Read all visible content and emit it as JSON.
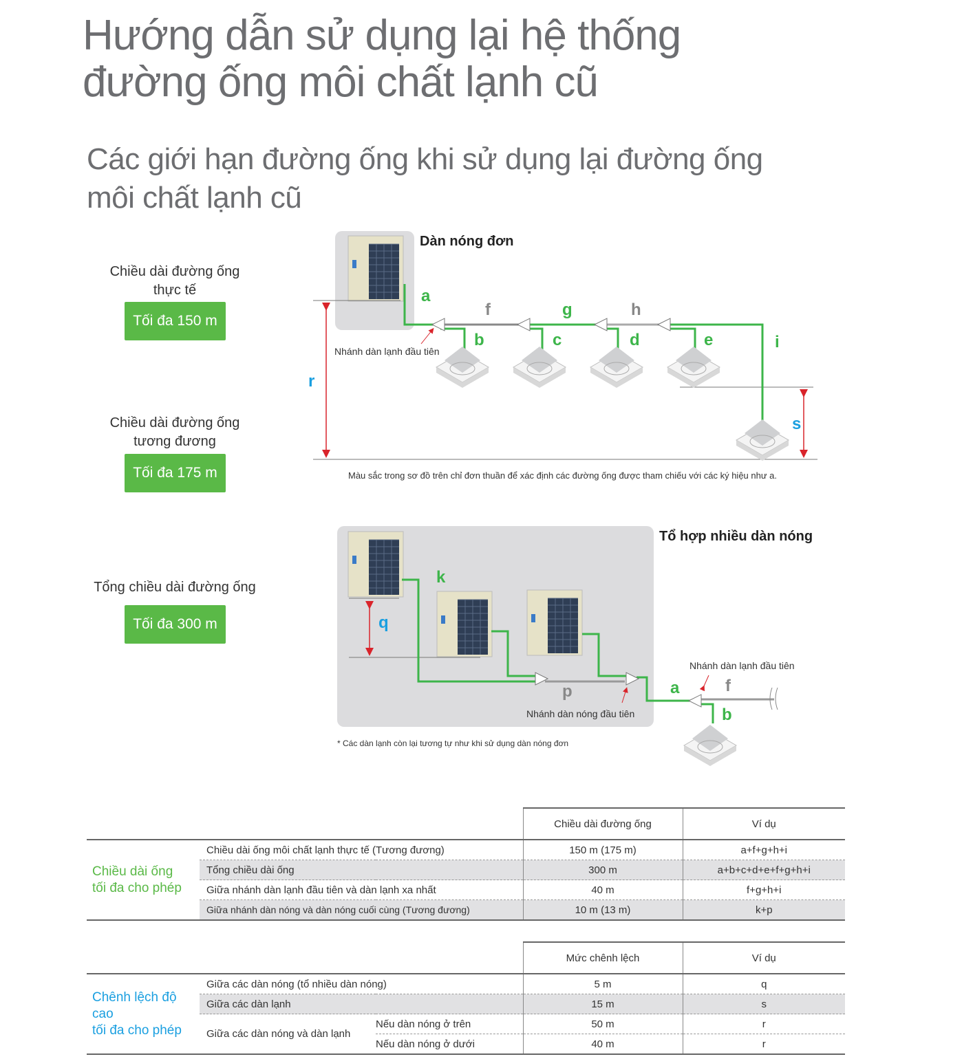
{
  "title_line1": "Hướng dẫn sử dụng lại hệ thống",
  "title_line2": "đường ống môi chất lạnh cũ",
  "subtitle_line1": "Các giới hạn đường ống khi sử dụng lại đường ống",
  "subtitle_line2": "môi chất lạnh cũ",
  "limits": [
    {
      "label_line1": "Chiều dài đường ống",
      "label_line2": "thực tế",
      "badge": "Tối đa 150 m"
    },
    {
      "label_line1": "Chiều dài đường ống",
      "label_line2": "tương đương",
      "badge": "Tối đa 175 m"
    },
    {
      "label_line1": "Tổng chiều dài đường ống",
      "badge": "Tối đa 300 m"
    }
  ],
  "diagram1": {
    "title": "Dàn nóng đơn",
    "branch_label": "Nhánh dàn lạnh đầu tiên",
    "note": "Màu sắc trong sơ đồ trên chỉ đơn thuần để xác định các đường ống được tham chiếu với các ký hiệu như a.",
    "letters": {
      "a": "a",
      "b": "b",
      "c": "c",
      "d": "d",
      "e": "e",
      "f": "f",
      "g": "g",
      "h": "h",
      "i": "i",
      "r": "r",
      "s": "s"
    }
  },
  "diagram2": {
    "title": "Tổ hợp nhiều dàn nóng",
    "indoor_branch_label": "Nhánh dàn lạnh đầu tiên",
    "outdoor_branch_label": "Nhánh dàn nóng đầu tiên",
    "note": "* Các dàn lạnh còn lại tương tự như khi sử dụng dàn nóng đơn",
    "letters": {
      "k": "k",
      "q": "q",
      "p": "p",
      "a": "a",
      "f": "f",
      "b": "b"
    }
  },
  "colors": {
    "green": "#3db54a",
    "blue": "#1a9fe0",
    "red": "#d9242b",
    "badge": "#5ab947"
  },
  "table1": {
    "side_line1": "Chiều dài ống",
    "side_line2": "tối đa cho phép",
    "col1": "Chiều dài đường ống",
    "col2": "Ví dụ",
    "rows": [
      {
        "item": "Chiều dài ống môi chất lạnh thực tế (Tương đương)",
        "value": "150 m (175 m)",
        "example": "a+f+g+h+i"
      },
      {
        "item": "Tổng chiều dài ống",
        "value": "300 m",
        "example": "a+b+c+d+e+f+g+h+i"
      },
      {
        "item": "Giữa nhánh dàn lạnh đầu tiên và dàn lạnh xa nhất",
        "value": "40 m",
        "example": "f+g+h+i"
      },
      {
        "item": "Giữa nhánh dàn nóng và dàn nóng cuối cùng (Tương đương)",
        "value": "10 m (13 m)",
        "example": "k+p"
      }
    ]
  },
  "table2": {
    "side_line1": "Chênh lệch độ cao",
    "side_line2": "tối đa cho phép",
    "col1": "Mức chênh lệch",
    "col2": "Ví dụ",
    "rows": [
      {
        "item": "Giữa các dàn nóng (tổ nhiều dàn nóng)",
        "value": "5 m",
        "example": "q"
      },
      {
        "item": "Giữa các dàn lạnh",
        "value": "15 m",
        "example": "s"
      },
      {
        "item": "Giữa các dàn nóng và dàn lạnh",
        "sub": "Nếu dàn nóng ở trên",
        "value": "50 m",
        "example": "r"
      },
      {
        "sub": "Nếu dàn nóng ở dưới",
        "value": "40 m",
        "example": "r"
      }
    ]
  }
}
